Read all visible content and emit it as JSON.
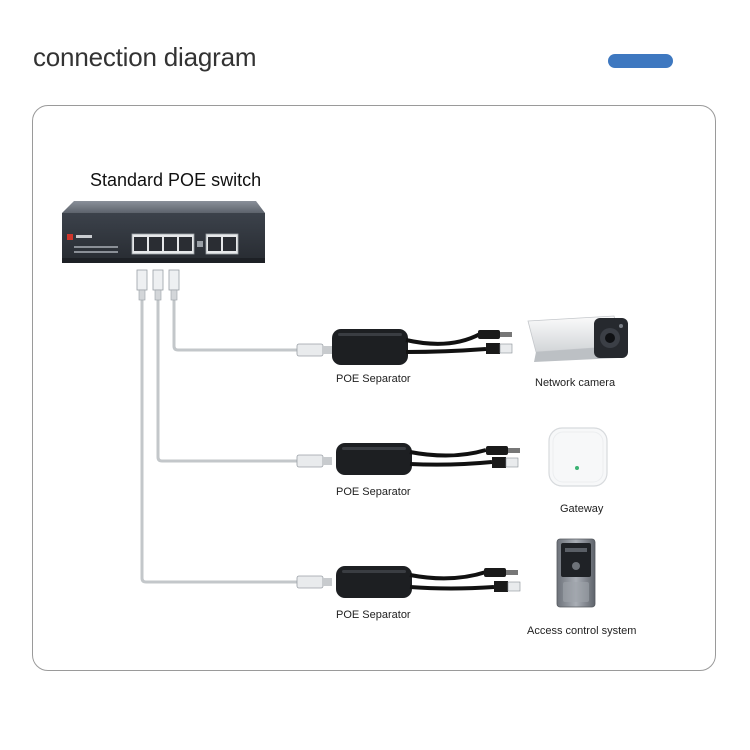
{
  "header": {
    "title": "connection diagram",
    "accent_color": "#3e78c0"
  },
  "switch": {
    "title": "Standard POE switch"
  },
  "separators": [
    {
      "label": "POE Separator"
    },
    {
      "label": "POE Separator"
    },
    {
      "label": "POE Separator"
    }
  ],
  "devices": [
    {
      "label": "Network camera",
      "icon": "network-camera-icon"
    },
    {
      "label": "Gateway",
      "icon": "wireless-gateway-icon"
    },
    {
      "label": "Access control system",
      "icon": "access-control-panel-icon"
    }
  ]
}
